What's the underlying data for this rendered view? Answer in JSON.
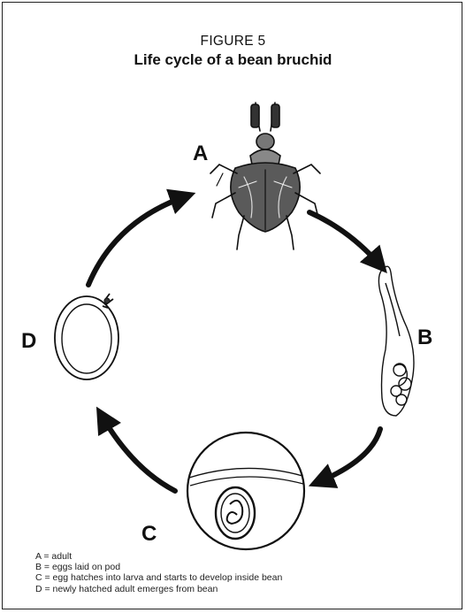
{
  "figure": {
    "number": "FIGURE 5",
    "title": "Life cycle of a bean bruchid"
  },
  "stages": {
    "A": "A",
    "B": "B",
    "C": "C",
    "D": "D"
  },
  "legend": [
    "A = adult",
    "B = eggs laid on pod",
    "C = egg hatches into larva and starts to develop inside bean",
    "D = newly hatched adult emerges from bean"
  ],
  "colors": {
    "ink": "#111111",
    "beetle_shade": "#555555",
    "background": "#ffffff"
  }
}
